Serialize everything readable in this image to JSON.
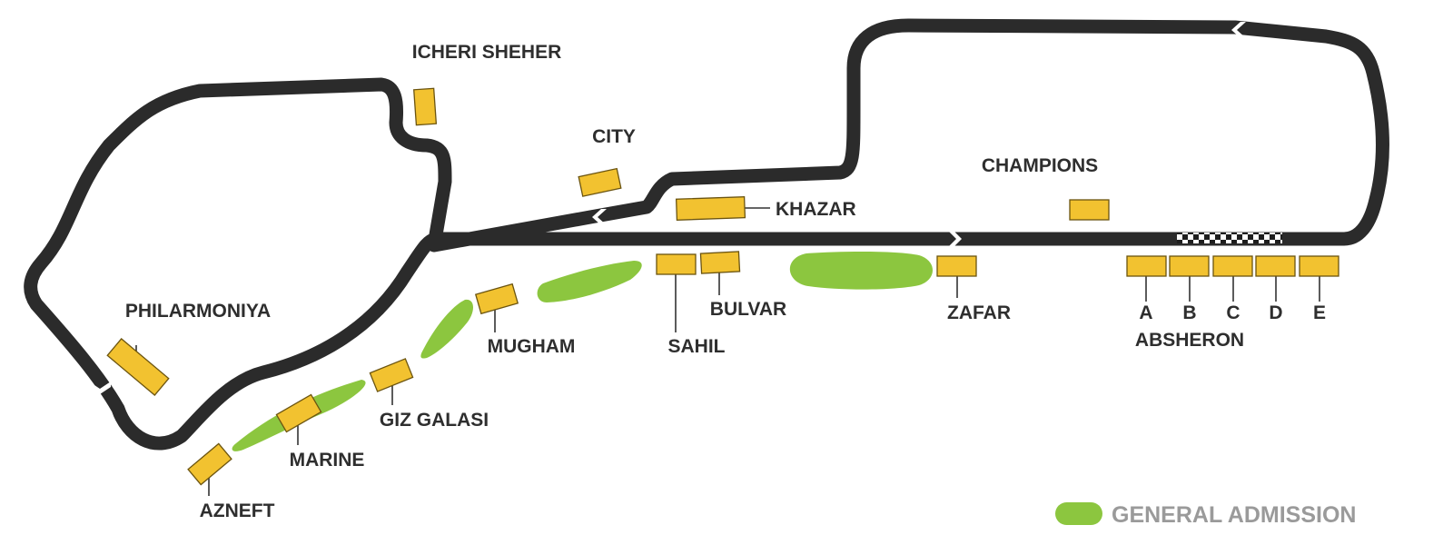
{
  "colors": {
    "track": "#2b2b2b",
    "grandstand": "#f2c230",
    "general_admission": "#8cc63f",
    "legend_text": "#9a9a9a",
    "label_text": "#2e2e2e"
  },
  "labels": {
    "icheri_sheher": "ICHERI SHEHER",
    "city": "CITY",
    "khazar": "KHAZAR",
    "champions": "CHAMPIONS",
    "philarmoniya": "PHILARMONIYA",
    "mugham": "MUGHAM",
    "sahil": "SAHIL",
    "bulvar": "BULVAR",
    "zafar": "ZAFAR",
    "giz_galasi": "GIZ GALASI",
    "marine": "MARINE",
    "azneft": "AZNEFT",
    "absheron_a": "A",
    "absheron_b": "B",
    "absheron_c": "C",
    "absheron_d": "D",
    "absheron_e": "E",
    "absheron": "ABSHERON"
  },
  "legend": {
    "general_admission": "GENERAL ADMISSION"
  },
  "icons": {
    "direction": "chevron-arrow-icon",
    "finish": "checkered-finish-line-icon"
  }
}
